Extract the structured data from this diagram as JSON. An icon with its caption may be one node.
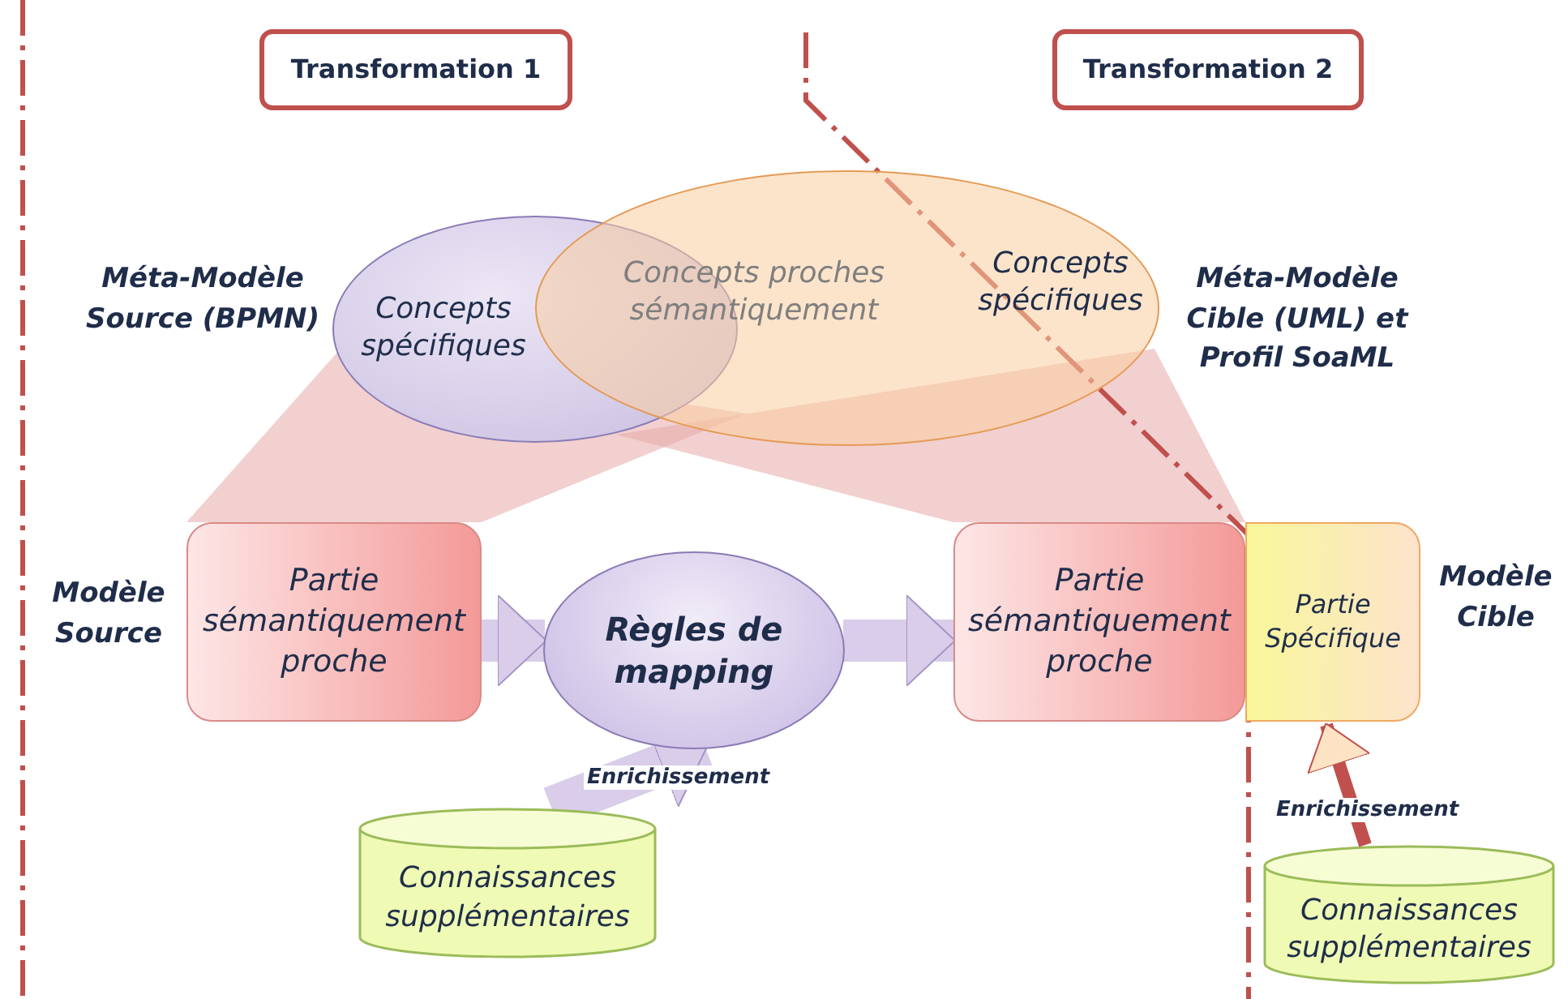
{
  "diagram": {
    "nodes": [
      {
        "text": [
          "Transformation 1"
        ]
      },
      {
        "text": [
          "Transformation 2"
        ]
      },
      {
        "text": [
          "Concepts spécifiques"
        ],
        "beside": [
          "Méta-Modèle Source (BPMN)"
        ]
      },
      {
        "text": [
          "Concepts spécifiques"
        ],
        "beside": [
          "Méta-Modèle Cible (UML) et Profil SoaML"
        ]
      },
      {
        "text": [
          "Partie sémantiquement proche"
        ],
        "beside": [
          "Modèle Source"
        ]
      },
      {
        "text": [
          "Règles de mapping"
        ]
      },
      {
        "text": [
          "Partie sémantiquement proche"
        ]
      },
      {
        "text": [
          "Partie Spécifique"
        ],
        "beside": [
          "Modèle Cible"
        ]
      },
      {
        "text": [
          "Connaissances supplémentaires"
        ]
      },
      {
        "text": [
          "Connaissances supplémentaires"
        ]
      }
    ],
    "edges": [
      {
        "from": 4,
        "to": 5,
        "arrow": "to"
      },
      {
        "from": 5,
        "to": 6,
        "arrow": "to"
      },
      {
        "from": 8,
        "to": 5,
        "arrow": "to",
        "label": "Enrichissement"
      },
      {
        "from": 9,
        "to": 7,
        "arrow": "to",
        "label": "Enrichissement",
        "color": "#c0504d"
      }
    ],
    "labels": [
      "Concepts proches sémantiquement"
    ]
  }
}
